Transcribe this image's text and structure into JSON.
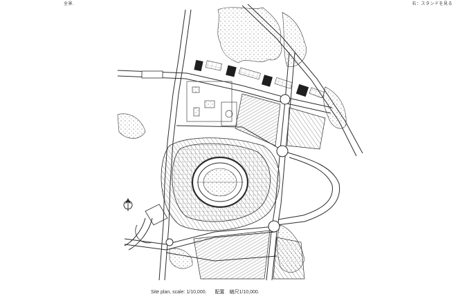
{
  "header": {
    "left_text": "全景.",
    "right_text": "右：スタンドを見る"
  },
  "caption": {
    "english": "Site plan, scale: 1/10,000.",
    "japanese": "配置　縮尺1/10,000."
  },
  "colors": {
    "ink": "#2a2a2a",
    "vegetation": "#555555",
    "paper": "#ffffff"
  },
  "icons": {
    "north_arrow": "north-arrow-icon"
  }
}
